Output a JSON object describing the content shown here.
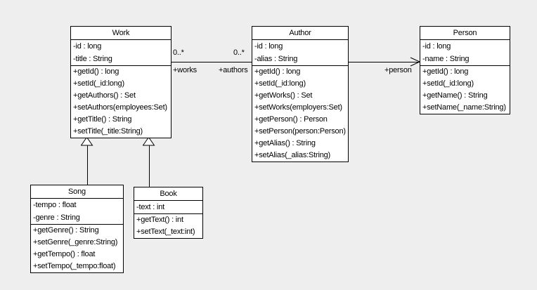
{
  "diagram": {
    "colors": {
      "canvas_background": "#eeeeee",
      "node_fill": "#ffffff",
      "node_border": "#000000",
      "line_color": "#000000",
      "text_color": "#000000"
    },
    "classes": [
      {
        "name": "Work",
        "attributes": [
          "-id : long",
          "-title : String"
        ],
        "methods": [
          "+getId() : long",
          "+setId(_id:long)",
          "+getAuthors() : Set",
          "+setAuthors(employees:Set)",
          "+getTitle() : String",
          "+setTitle(_title:String)"
        ]
      },
      {
        "name": "Author",
        "attributes": [
          "-id : long",
          "-alias : String"
        ],
        "methods": [
          "+getId() : long",
          "+setId(_id:long)",
          "+getWorks() : Set",
          "+setWorks(employers:Set)",
          "+getPerson() : Person",
          "+setPerson(person:Person)",
          "+getAlias() : String",
          "+setAlias(_alias:String)"
        ]
      },
      {
        "name": "Person",
        "attributes": [
          "-id : long",
          "-name : String"
        ],
        "methods": [
          "+getId() : long",
          "+setId(_id:long)",
          "+getName() : String",
          "+setName(_name:String)"
        ]
      },
      {
        "name": "Song",
        "attributes": [
          "-tempo : float",
          "-genre : String"
        ],
        "methods": [
          "+getGenre() : String",
          "+setGenre(_genre:String)",
          "+getTempo() : float",
          "+setTempo(_tempo:float)"
        ]
      },
      {
        "name": "Book",
        "attributes": [
          "-text : int"
        ],
        "methods": [
          "+getText() : int",
          "+setText(_text:int)"
        ]
      }
    ],
    "associations": [
      {
        "from": "Work",
        "to": "Author",
        "from_multiplicity": "0..*",
        "to_multiplicity": "0..*",
        "from_role": "+works",
        "to_role": "+authors"
      },
      {
        "from": "Author",
        "to": "Person",
        "to_role": "+person",
        "arrow": "open"
      }
    ],
    "generalizations": [
      {
        "from": "Song",
        "to": "Work"
      },
      {
        "from": "Book",
        "to": "Work"
      }
    ]
  }
}
